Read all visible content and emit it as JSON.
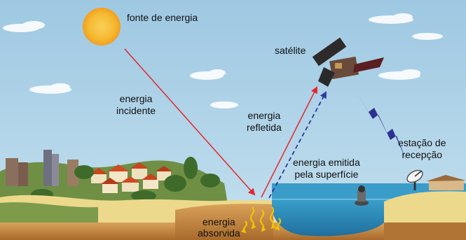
{
  "labels": {
    "energy_source": "fonte de energia",
    "incident_energy": [
      "energia",
      "incidente"
    ],
    "reflected_energy": [
      "energia",
      "refletida"
    ],
    "emitted_energy": [
      "energia emitida",
      "pela superfície"
    ],
    "satellite": "satélite",
    "receiving_station": [
      "estação de",
      "recepção"
    ],
    "absorbed_energy": [
      "energia",
      "absorvida"
    ]
  },
  "colors": {
    "sky": "#a9cfe6",
    "sun": "#f6c542",
    "incident_arrow": "#e3262b",
    "reflected_arrow": "#e3262b",
    "emitted_arrow": "#2b3aa0",
    "signal_bolt": "#2e3192",
    "ground": "#ecd98c",
    "water": "#2e8ab8",
    "absorbed_arrows": "#f2c200"
  }
}
